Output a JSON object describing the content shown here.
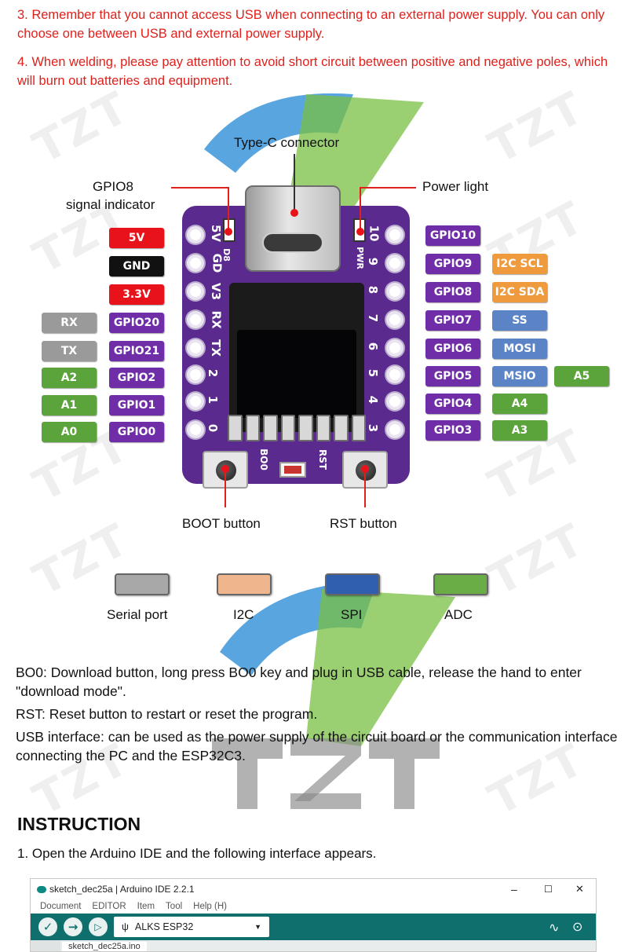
{
  "notes": {
    "note3": "3. Remember that you cannot access USB when connecting to an external power supply. You can only choose one between USB and external power supply.",
    "note4": "4. When welding, please pay attention to avoid short circuit between positive and negative poles, which will burn out batteries and equipment."
  },
  "watermark": "TZT",
  "diagram": {
    "callouts": {
      "typec": "Type-C connector",
      "gpio8_line1": "GPIO8",
      "gpio8_line2": "signal indicator",
      "power_light": "Power light",
      "boot_button": "BOOT button",
      "rst_button": "RST button"
    },
    "silk": {
      "left": [
        "5V",
        "GD",
        "V3",
        "RX",
        "TX",
        "2",
        "1",
        "0"
      ],
      "right": [
        "10",
        "9",
        "8",
        "7",
        "6",
        "5",
        "4",
        "3"
      ],
      "d8": "D8",
      "pwr": "PWR",
      "bo0": "BO0",
      "rst": "RST"
    },
    "left_power": [
      "5V",
      "GND",
      "3.3V"
    ],
    "left_gpio": [
      "GPIO20",
      "GPIO21",
      "GPIO2",
      "GPIO1",
      "GPIO0"
    ],
    "left_alt": [
      "RX",
      "TX",
      "A2",
      "A1",
      "A0"
    ],
    "right_gpio": [
      "GPIO10",
      "GPIO9",
      "GPIO8",
      "GPIO7",
      "GPIO6",
      "GPIO5",
      "GPIO4",
      "GPIO3"
    ],
    "right_func": [
      "I2C SCL",
      "I2C SDA",
      "SS",
      "MOSI",
      "MSIO",
      "A4",
      "A3"
    ],
    "right_extra": "A5",
    "colors": {
      "serial": "#9a9a9a",
      "i2c": "#efb58c",
      "spi": "#2f5fae",
      "adc": "#6aac45",
      "gpio": "#6f2da8",
      "board": "#5b2a8e"
    }
  },
  "legend": {
    "serial": "Serial port",
    "i2c": "I2C",
    "spi": "SPI",
    "adc": "ADC"
  },
  "descriptions": {
    "bo0": "BO0: Download button, long press BO0 key and plug in USB cable, release the hand to enter \"download mode\".",
    "rst": "RST: Reset button to restart or reset the program.",
    "usb": "USB interface: can be used as the power supply of the circuit board or the communication interface connecting the PC and the ESP32C3."
  },
  "instruction": {
    "heading": "INSTRUCTION",
    "step1": "1. Open the Arduino IDE and the following interface appears."
  },
  "ide": {
    "title": "sketch_dec25a | Arduino IDE 2.2.1",
    "menu": [
      "Document",
      "EDITOR",
      "Item",
      "Tool",
      "Help (H)"
    ],
    "board": "ALKS ESP32",
    "tab": "sketch_dec25a.ino",
    "window_controls": [
      "–",
      "☐",
      "✕"
    ]
  }
}
